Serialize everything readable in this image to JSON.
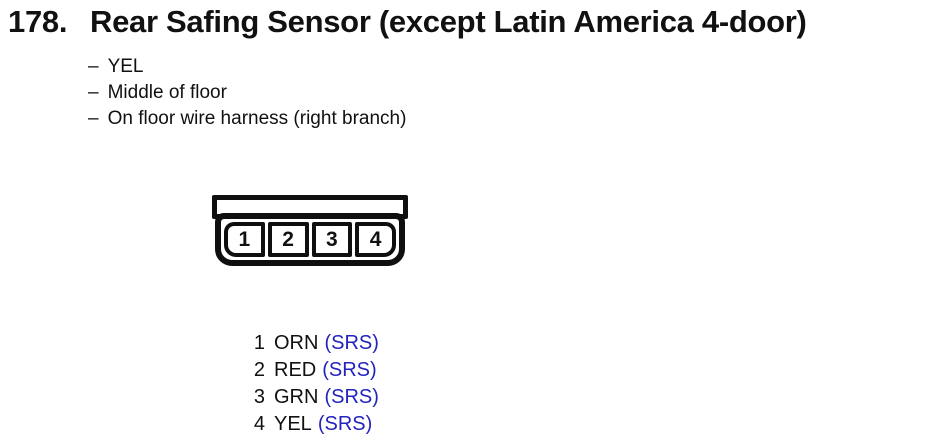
{
  "header": {
    "number": "178.",
    "title": "Rear Safing Sensor (except Latin America 4-door)"
  },
  "notes": {
    "bullet": "–",
    "items": [
      "YEL",
      "Middle of floor",
      "On floor wire harness (right branch)"
    ]
  },
  "connector": {
    "pins": [
      "1",
      "2",
      "3",
      "4"
    ]
  },
  "pin_table": {
    "rows": [
      {
        "pin": "1",
        "color": "ORN",
        "circuit": "(SRS)"
      },
      {
        "pin": "2",
        "color": "RED",
        "circuit": "(SRS)"
      },
      {
        "pin": "3",
        "color": "GRN",
        "circuit": "(SRS)"
      },
      {
        "pin": "4",
        "color": "YEL",
        "circuit": "(SRS)"
      }
    ]
  },
  "colors": {
    "text": "#111111",
    "line": "#0f0f0f",
    "circuit_link": "#2323bd",
    "background": "#ffffff"
  }
}
